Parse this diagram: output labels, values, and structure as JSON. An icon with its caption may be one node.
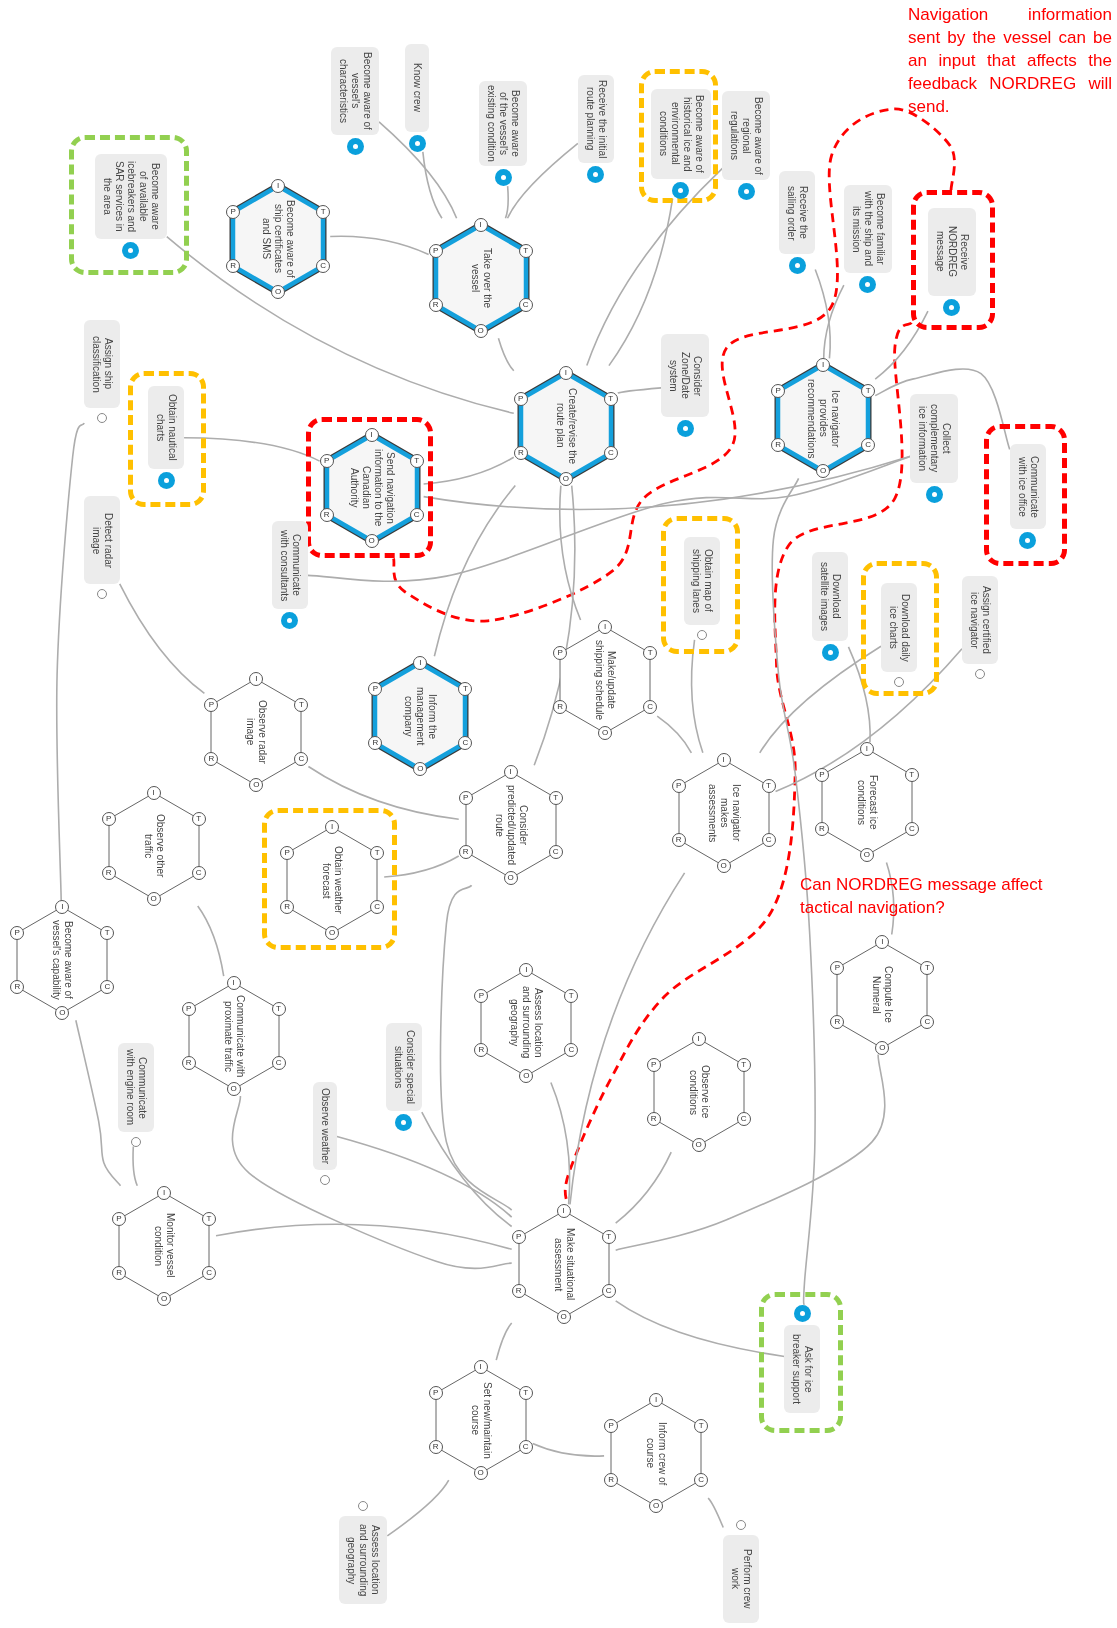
{
  "diagram": {
    "nodes": [
      {
        "text": [
          "Become aware of vessel's characteristics"
        ]
      },
      {
        "text": [
          "Know crew"
        ]
      },
      {
        "text": [
          "Become aware of the vessel's existing condition"
        ]
      },
      {
        "text": [
          "Receive the initial route planning"
        ]
      },
      {
        "text": [],
        "shape": "box"
      },
      {
        "text": [
          "Become aware of historical ice and environmental conditions"
        ],
        "in": 4
      },
      {
        "text": [
          "Become aware of regional regulations"
        ]
      },
      {
        "text": [],
        "shape": "box"
      },
      {
        "text": [
          "Become aware of available icebreakers and SAR services in the area"
        ],
        "in": 7
      },
      {
        "text": [
          "Become aware of ship certificates and SMS",
          "I",
          "P",
          "T",
          "C",
          "R",
          "O"
        ]
      },
      {
        "text": [
          "Take over the vessel",
          "I",
          "P",
          "T",
          "C",
          "R",
          "O"
        ]
      },
      {
        "text": [],
        "shape": "box"
      },
      {
        "text": [
          "Receive NORDREG message"
        ],
        "in": 11
      },
      {
        "text": [
          "Receive the sailing order"
        ]
      },
      {
        "text": [
          "Become familiar with the ship and its mission"
        ]
      },
      {
        "text": [
          "Assign ship classification"
        ]
      },
      {
        "text": [],
        "shape": "box"
      },
      {
        "text": [
          "Obtain nautical charts"
        ],
        "in": 16
      },
      {
        "text": [
          "Create/revise the route plan",
          "I",
          "P",
          "T",
          "C",
          "R",
          "O"
        ]
      },
      {
        "text": [
          "Consider Zone/Date system"
        ]
      },
      {
        "text": [
          "Ice navigator provides recommendations",
          "I",
          "P",
          "T",
          "C",
          "R",
          "O"
        ]
      },
      {
        "text": [],
        "shape": "box"
      },
      {
        "text": [
          "Send navigation information to the Canadian Authority",
          "I",
          "P",
          "T",
          "C",
          "R",
          "O"
        ],
        "in": 21
      },
      {
        "text": [
          "Collect complementary ice information"
        ]
      },
      {
        "text": [],
        "shape": "box"
      },
      {
        "text": [
          "Communicate with ice office"
        ],
        "in": 24
      },
      {
        "text": [
          "Detect radar image"
        ]
      },
      {
        "text": [
          "Communicate with consultants"
        ]
      },
      {
        "text": [],
        "shape": "box"
      },
      {
        "text": [
          "Obtain map of shipping lanes"
        ],
        "in": 28
      },
      {
        "text": [
          "Download satellite images"
        ]
      },
      {
        "text": [],
        "shape": "box"
      },
      {
        "text": [
          "Download daily ice charts"
        ],
        "in": 31
      },
      {
        "text": [
          "Assign certified ice navigator"
        ]
      },
      {
        "text": [
          "Make/update shipping schedule",
          "I",
          "P",
          "T",
          "C",
          "R",
          "O"
        ]
      },
      {
        "text": [
          "Inform the management company",
          "I",
          "P",
          "T",
          "C",
          "R",
          "O"
        ]
      },
      {
        "text": [
          "Observe radar image",
          "I",
          "P",
          "T",
          "C",
          "R",
          "O"
        ]
      },
      {
        "text": [
          "Forecast ice conditions",
          "I",
          "P",
          "T",
          "C",
          "R",
          "O"
        ]
      },
      {
        "text": [
          "Ice navigator makes assessments",
          "I",
          "P",
          "T",
          "C",
          "R",
          "O"
        ]
      },
      {
        "text": [
          "Consider predicted/updated route",
          "I",
          "P",
          "T",
          "C",
          "R",
          "O"
        ]
      },
      {
        "text": [
          "Observe other traffic",
          "I",
          "P",
          "T",
          "C",
          "R",
          "O"
        ]
      },
      {
        "text": [],
        "shape": "box"
      },
      {
        "text": [
          "Obtain weather forecast",
          "I",
          "P",
          "T",
          "C",
          "R",
          "O"
        ],
        "in": 41
      },
      {
        "text": [
          "Become aware of vessel's capability",
          "I",
          "P",
          "T",
          "C",
          "R",
          "O"
        ]
      },
      {
        "text": [
          "Compute Ice Numeral",
          "I",
          "P",
          "T",
          "C",
          "R",
          "O"
        ]
      },
      {
        "text": [
          "Assess location and surrounding geography",
          "I",
          "P",
          "T",
          "C",
          "R",
          "O"
        ]
      },
      {
        "text": [
          "Communicate with proximate traffic",
          "I",
          "P",
          "T",
          "C",
          "R",
          "O"
        ]
      },
      {
        "text": [
          "Communicate with engine room"
        ]
      },
      {
        "text": [
          "Consider special situations"
        ]
      },
      {
        "text": [
          "Observe ice conditions",
          "I",
          "P",
          "T",
          "C",
          "R",
          "O"
        ]
      },
      {
        "text": [
          "Observe weather"
        ]
      },
      {
        "text": [
          "Monitor vessel condition",
          "I",
          "P",
          "T",
          "C",
          "R",
          "O"
        ]
      },
      {
        "text": [
          "Make situational assessment",
          "I",
          "P",
          "T",
          "C",
          "R",
          "O"
        ]
      },
      {
        "text": [],
        "shape": "box"
      },
      {
        "text": [
          "Ask for ice breaker support"
        ],
        "in": 53
      },
      {
        "text": [
          "Set new/maintain course",
          "I",
          "P",
          "T",
          "C",
          "R",
          "O"
        ]
      },
      {
        "text": [
          "Inform crew of course",
          "I",
          "P",
          "T",
          "C",
          "R",
          "O"
        ]
      },
      {
        "text": [
          "Assess location and surrounding geography"
        ]
      },
      {
        "text": [
          "Perform crew work"
        ]
      }
    ],
    "edges": [
      {
        "from": 11,
        "to": 21,
        "arrow": "none",
        "style": "dashed",
        "color": "#ff0000"
      },
      {
        "from": 11,
        "to": 52,
        "arrow": "none",
        "style": "dashed",
        "color": "#ff0000"
      },
      {
        "from": 0,
        "to": 10,
        "arrow": "none"
      },
      {
        "from": 1,
        "to": 10,
        "arrow": "none"
      },
      {
        "from": 2,
        "to": 10,
        "arrow": "none"
      },
      {
        "from": 3,
        "to": 10,
        "arrow": "none"
      },
      {
        "from": 9,
        "to": 10,
        "arrow": "none"
      },
      {
        "from": 10,
        "to": 18,
        "arrow": "none"
      },
      {
        "from": 5,
        "to": 18,
        "arrow": "none"
      },
      {
        "from": 6,
        "to": 18,
        "arrow": "none"
      },
      {
        "from": 13,
        "to": 20,
        "arrow": "none"
      },
      {
        "from": 14,
        "to": 20,
        "arrow": "none"
      },
      {
        "from": 12,
        "to": 20,
        "arrow": "none"
      },
      {
        "from": 8,
        "to": 18,
        "arrow": "none"
      },
      {
        "from": 17,
        "to": 22,
        "arrow": "none"
      },
      {
        "from": 19,
        "to": 18,
        "arrow": "none"
      },
      {
        "from": 23,
        "to": 22,
        "arrow": "none"
      },
      {
        "from": 25,
        "to": 20,
        "arrow": "none"
      },
      {
        "from": 18,
        "to": 22,
        "arrow": "none"
      },
      {
        "from": 18,
        "to": 34,
        "arrow": "none"
      },
      {
        "from": 18,
        "to": 39,
        "arrow": "none"
      },
      {
        "from": 18,
        "to": 35,
        "arrow": "none"
      },
      {
        "from": 27,
        "to": 23,
        "arrow": "none"
      },
      {
        "from": 29,
        "to": 38,
        "arrow": "none"
      },
      {
        "from": 30,
        "to": 37,
        "arrow": "none"
      },
      {
        "from": 32,
        "to": 38,
        "arrow": "none"
      },
      {
        "from": 33,
        "to": 38,
        "arrow": "none"
      },
      {
        "from": 26,
        "to": 36,
        "arrow": "none"
      },
      {
        "from": 15,
        "to": 43,
        "arrow": "none"
      },
      {
        "from": 36,
        "to": 39,
        "arrow": "none"
      },
      {
        "from": 40,
        "to": 46,
        "arrow": "none"
      },
      {
        "from": 42,
        "to": 39,
        "arrow": "none"
      },
      {
        "from": 43,
        "to": 51,
        "arrow": "none"
      },
      {
        "from": 46,
        "to": 52,
        "arrow": "none"
      },
      {
        "from": 45,
        "to": 52,
        "arrow": "none"
      },
      {
        "from": 44,
        "to": 52,
        "arrow": "none"
      },
      {
        "from": 49,
        "to": 52,
        "arrow": "none"
      },
      {
        "from": 38,
        "to": 52,
        "arrow": "none"
      },
      {
        "from": 37,
        "to": 44,
        "arrow": "none"
      },
      {
        "from": 48,
        "to": 52,
        "arrow": "none"
      },
      {
        "from": 50,
        "to": 52,
        "arrow": "none"
      },
      {
        "from": 47,
        "to": 51,
        "arrow": "none"
      },
      {
        "from": 51,
        "to": 52,
        "arrow": "none"
      },
      {
        "from": 52,
        "to": 55,
        "arrow": "none"
      },
      {
        "from": 55,
        "to": 57,
        "arrow": "none"
      },
      {
        "from": 55,
        "to": 56,
        "arrow": "none"
      },
      {
        "from": 56,
        "to": 58,
        "arrow": "none"
      },
      {
        "from": 52,
        "to": 54,
        "arrow": "none"
      },
      {
        "from": 20,
        "to": 54,
        "arrow": "none"
      },
      {
        "from": 39,
        "to": 52,
        "arrow": "none"
      },
      {
        "from": 34,
        "to": 38,
        "arrow": "none"
      }
    ],
    "labels": [
      "Navigation information sent by the vessel can be an input that affects the feedback NORDREG will send.",
      "Can NORDREG message affect tactical navigation?"
    ]
  }
}
